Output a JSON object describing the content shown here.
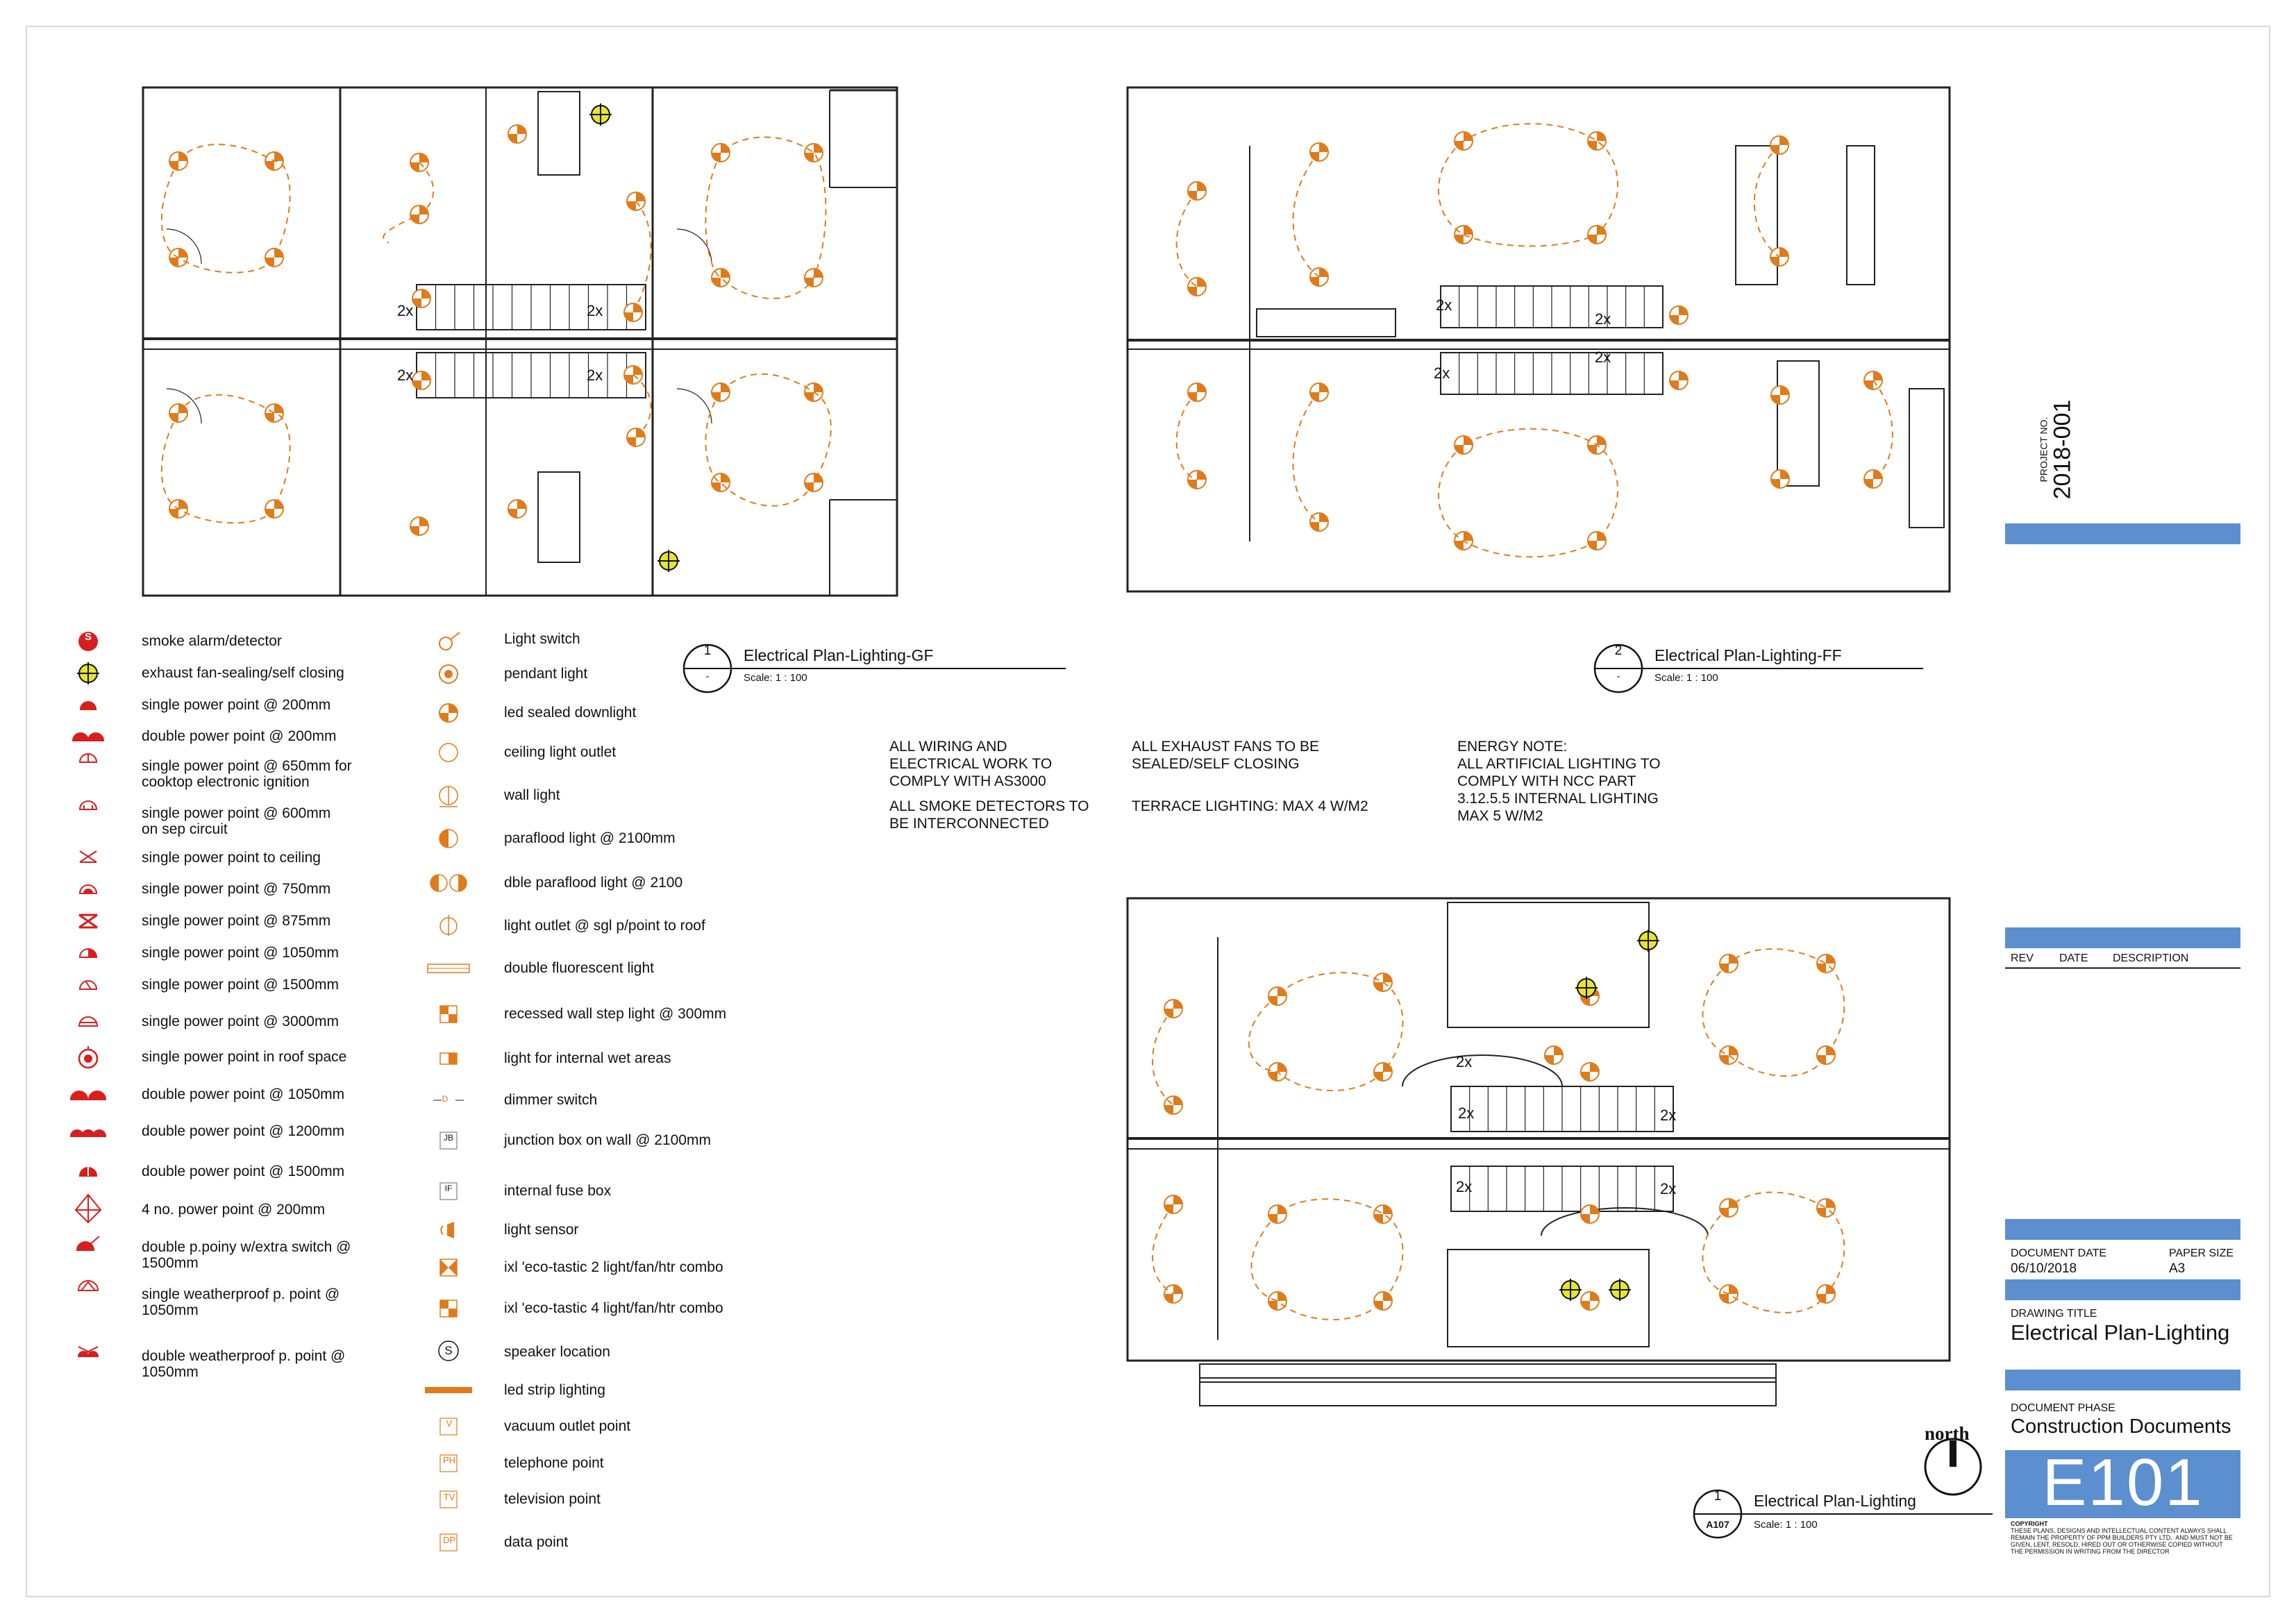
{
  "plans": [
    {
      "number": "1",
      "sub": "-",
      "title": "Electrical Plan-Lighting-GF",
      "scale": "Scale:  1 : 100"
    },
    {
      "number": "2",
      "sub": "-",
      "title": "Electrical Plan-Lighting-FF",
      "scale": "Scale:  1 : 100"
    },
    {
      "number": "1",
      "sub": "A107",
      "title": "Electrical Plan-Lighting",
      "scale": "Scale:  1 : 100"
    }
  ],
  "plan_tags": {
    "gf": [
      "2x",
      "2x",
      "2x",
      "2x"
    ],
    "ff": [
      "2x",
      "2x",
      "2x",
      "2x"
    ],
    "third": [
      "2x",
      "2x",
      "2x",
      "2x",
      "2x"
    ]
  },
  "legend_left": [
    "smoke alarm/detector",
    "exhaust fan-sealing/self closing",
    "single power point @ 200mm",
    "double power point @ 200mm",
    "single power point @ 650mm for\ncooktop electronic ignition",
    "single power point @ 600mm\non sep circuit",
    "single power point to ceiling",
    "single power point @ 750mm",
    "single power point @ 875mm",
    "single power point @ 1050mm",
    "single power point @ 1500mm",
    "single power point @ 3000mm",
    "single power point in roof space",
    "double power point @ 1050mm",
    "double power point @ 1200mm",
    "double power point @ 1500mm",
    "4 no. power point @ 200mm",
    "double p.poiny w/extra switch @\n1500mm",
    "single weatherproof p. point @\n1050mm",
    "double weatherproof p. point @\n1050mm"
  ],
  "legend_right": [
    "Light switch",
    "pendant light",
    "led sealed downlight",
    "ceiling light outlet",
    "wall light",
    "paraflood light @ 2100mm",
    "dble paraflood light @ 2100",
    "light outlet @ sgl p/point to roof",
    "double fluorescent light",
    "recessed wall step light @ 300mm",
    "light for internal wet areas",
    "dimmer switch",
    "junction box on wall @ 2100mm",
    "internal fuse box",
    "light sensor",
    "ixl 'eco-tastic 2 light/fan/htr combo",
    "ixl 'eco-tastic 4 light/fan/htr combo",
    "speaker location",
    "led strip lighting",
    "vacuum outlet point",
    "telephone point",
    "television point",
    "data point"
  ],
  "legend_codes": {
    "smoke": "S",
    "dimmer": "D",
    "junction": "JB",
    "fuse": "IF",
    "speaker": "S",
    "vacuum": "V",
    "telephone": "PH",
    "television": "TV",
    "data": "DP"
  },
  "notes": {
    "wiring": "ALL WIRING AND\nELECTRICAL WORK TO\nCOMPLY WITH AS3000",
    "smoke": "ALL SMOKE DETECTORS TO\nBE INTERCONNECTED",
    "fans": "ALL EXHAUST FANS TO BE\nSEALED/SELF CLOSING",
    "terrace": "TERRACE LIGHTING: MAX 4 W/M2",
    "energy": "ENERGY NOTE:\nALL ARTIFICIAL LIGHTING TO\nCOMPLY WITH NCC PART\n3.12.5.5 INTERNAL LIGHTING\nMAX 5 W/M2"
  },
  "north_label": "north",
  "title_block": {
    "project_label": "PROJECT NO.",
    "project_no": "2018-001",
    "rev_headers": [
      "REV",
      "DATE",
      "DESCRIPTION"
    ],
    "doc_date_label": "DOCUMENT DATE",
    "doc_date": "06/10/2018",
    "paper_size_label": "PAPER SIZE",
    "paper_size": "A3",
    "drawing_title_label": "DRAWING TITLE",
    "drawing_title": "Electrical Plan-Lighting",
    "phase_label": "DOCUMENT PHASE",
    "phase": "Construction Documents",
    "sheet_no": "E101",
    "copyright_label": "COPYRIGHT",
    "copyright": "THESE PLANS, DESIGNS AND INTELLECTUAL CONTENT ALWAYS SHALL\nREMAIN THE PROPERTY OF PPM BUILDERS PTY LTD.  AND MUST NOT BE\nGIVEN, LENT, RESOLD, HIRED OUT OR OTHERWISE COPIED WITHOUT\nTHE PERMISSION IN WRITING FROM THE DIRECTOR"
  },
  "colors": {
    "accent": "#5b8fcf",
    "symbol_orange": "#e07b1c",
    "symbol_red": "#d91e1e",
    "fan_yellow": "#e5e52a",
    "line": "#222222"
  }
}
